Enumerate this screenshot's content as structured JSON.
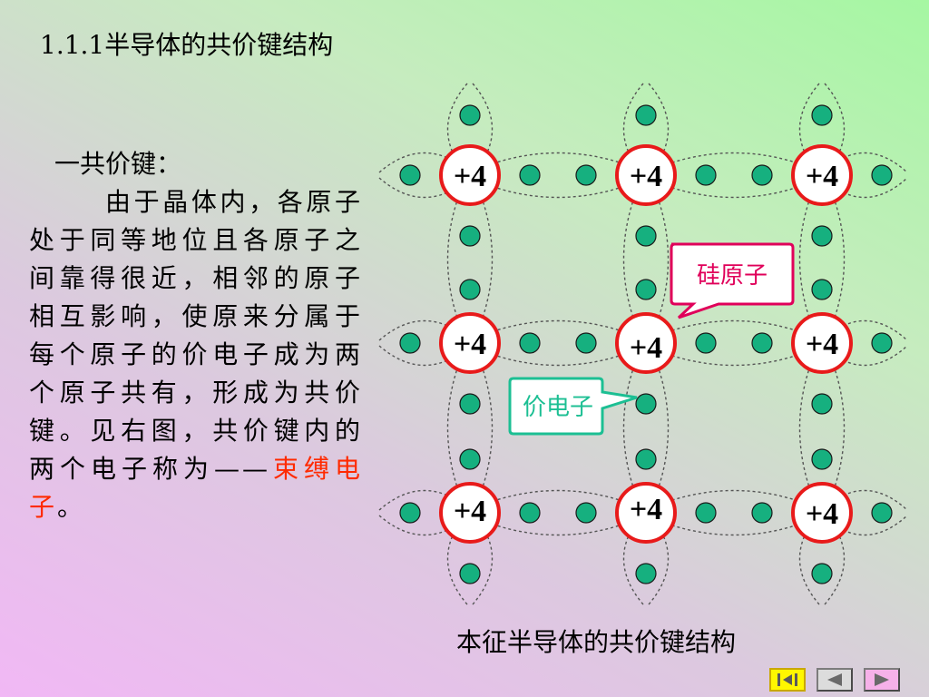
{
  "slide": {
    "title": "1.1.1半导体的共价键结构",
    "heading": "一共价键：",
    "body_text": "由于晶体内，各原子处于同等地位且各原子之间靠得很近，相邻的原子相互影响，使原来分属于每个原子的价电子成为两个原子共有，形成为共价键。见右图，共价键内的两个电子称为——",
    "highlight_text": "束缚电子",
    "body_suffix": "。"
  },
  "diagram": {
    "atoms": [
      {
        "label": "+4"
      },
      {
        "label": "+4"
      },
      {
        "label": "+4"
      },
      {
        "label": "+4"
      },
      {
        "label": "+4"
      },
      {
        "label": "+4"
      },
      {
        "label": "+4"
      },
      {
        "label": "+4"
      },
      {
        "label": "+4"
      }
    ],
    "callout_atom": "硅原子",
    "callout_electron": "价电子",
    "caption": "本征半导体的共价键结构",
    "colors": {
      "atom_ring": "#e81a1a",
      "electron_fill": "#16b07f",
      "atom_callout_border": "#e0005a",
      "electron_callout_border": "#1cbf93",
      "highlight": "#ff2a00"
    }
  },
  "navigation": {
    "first_icon": "skip-first-icon",
    "prev_icon": "triangle-left-icon",
    "next_icon": "triangle-right-icon"
  }
}
